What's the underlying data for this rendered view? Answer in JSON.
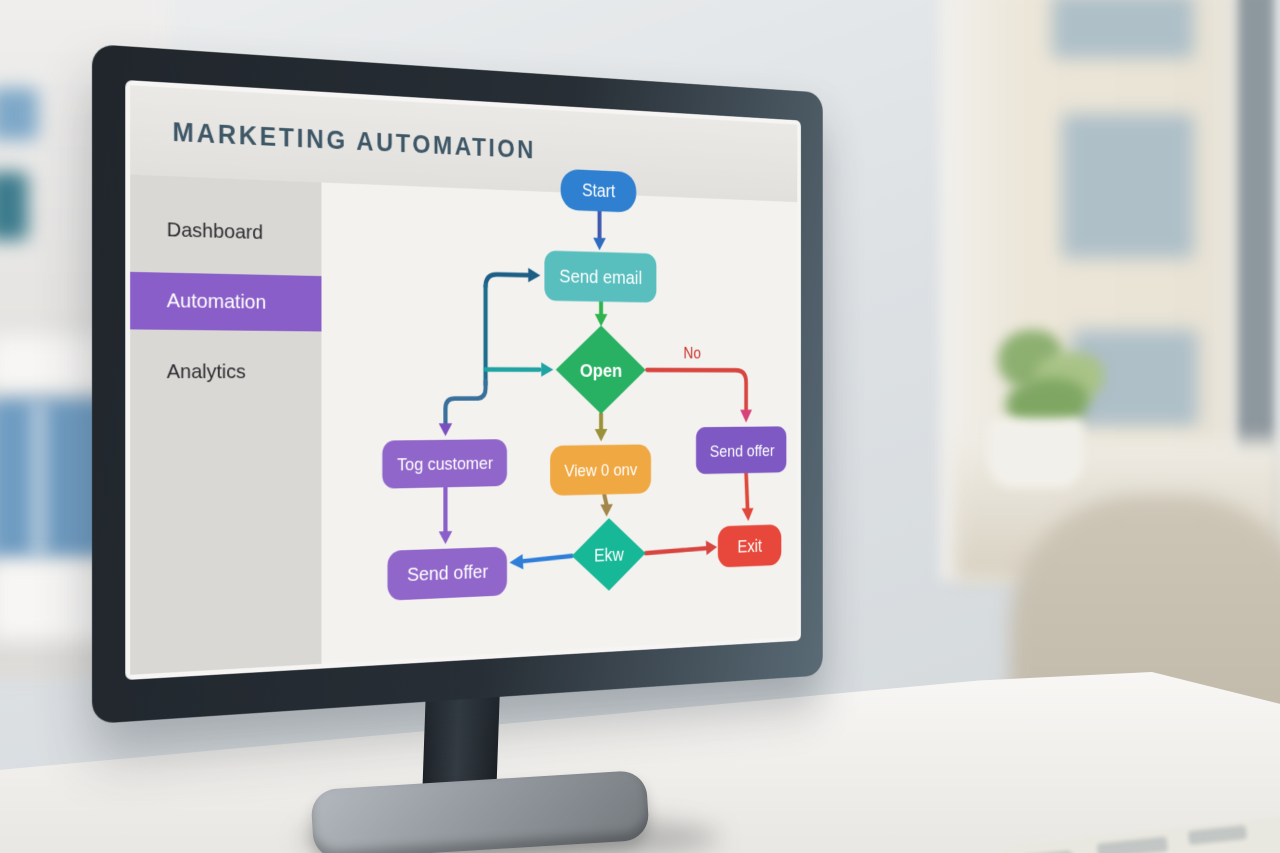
{
  "app": {
    "title": "MARKETING AUTOMATION"
  },
  "sidebar": {
    "items": [
      {
        "label": "Dashboard",
        "active": false
      },
      {
        "label": "Automation",
        "active": true
      },
      {
        "label": "Analytics",
        "active": false
      }
    ],
    "accent_color": "#8a5ec9"
  },
  "flowchart": {
    "nodes": [
      {
        "id": "start",
        "label": "Start",
        "shape": "rounded",
        "color": "#2f80d0"
      },
      {
        "id": "send-email",
        "label": "Send email",
        "shape": "rounded",
        "color": "#58bebe"
      },
      {
        "id": "open",
        "label": "Open",
        "shape": "diamond",
        "color": "#28b163"
      },
      {
        "id": "view-conv",
        "label": "View 0 onv",
        "shape": "rounded",
        "color": "#f0a843"
      },
      {
        "id": "ekw",
        "label": "Ekw",
        "shape": "diamond",
        "color": "#17b897"
      },
      {
        "id": "tog-customer",
        "label": "Tog customer",
        "shape": "rounded",
        "color": "#9166ca"
      },
      {
        "id": "send-offer-left",
        "label": "Send offer",
        "shape": "rounded",
        "color": "#9166ca"
      },
      {
        "id": "send-offer-right",
        "label": "Send offer",
        "shape": "rounded",
        "color": "#7e59c3"
      },
      {
        "id": "exit",
        "label": "Exit",
        "shape": "rounded",
        "color": "#e8483b"
      }
    ],
    "edges": [
      {
        "from": "start",
        "to": "send-email",
        "color": "#3f59b0",
        "head": "#2f6cc0"
      },
      {
        "from": "send-email",
        "to": "open",
        "color": "#2db44e",
        "head": "#2db44e"
      },
      {
        "from": "open",
        "to": "send-offer-right",
        "label": "No",
        "color": "#d8453f",
        "head": "#d8437a"
      },
      {
        "from": "send-offer-right",
        "to": "exit",
        "color": "#e0483c",
        "head": "#e0483c"
      },
      {
        "from": "open",
        "to": "view-conv",
        "color": "#9a9138",
        "head": "#9a9138"
      },
      {
        "from": "view-conv",
        "to": "ekw",
        "color": "#a3874a",
        "head": "#a3874a"
      },
      {
        "from": "ekw",
        "to": "send-offer-left",
        "color": "#2f7fd9",
        "head": "#2f7fd9"
      },
      {
        "from": "ekw",
        "to": "exit",
        "color": "#d8453f",
        "head": "#d8453f"
      },
      {
        "from": "loop-line",
        "to": "send-email",
        "color": "#1d5e86",
        "head": "#1d5e86"
      },
      {
        "from": "loop-line",
        "to": "loop-line",
        "color": "#1d6e8e",
        "head": "#1d6e8e"
      },
      {
        "from": "loop-line",
        "to": "open",
        "color": "#1fa3a3",
        "head": "#1fa3a3"
      },
      {
        "from": "loop-line",
        "to": "tog-customer",
        "color": "#39709b",
        "head": "#7b4fc0"
      },
      {
        "from": "tog-customer",
        "to": "send-offer-left",
        "color": "#8a5fc9",
        "head": "#8a5fc9"
      }
    ]
  }
}
